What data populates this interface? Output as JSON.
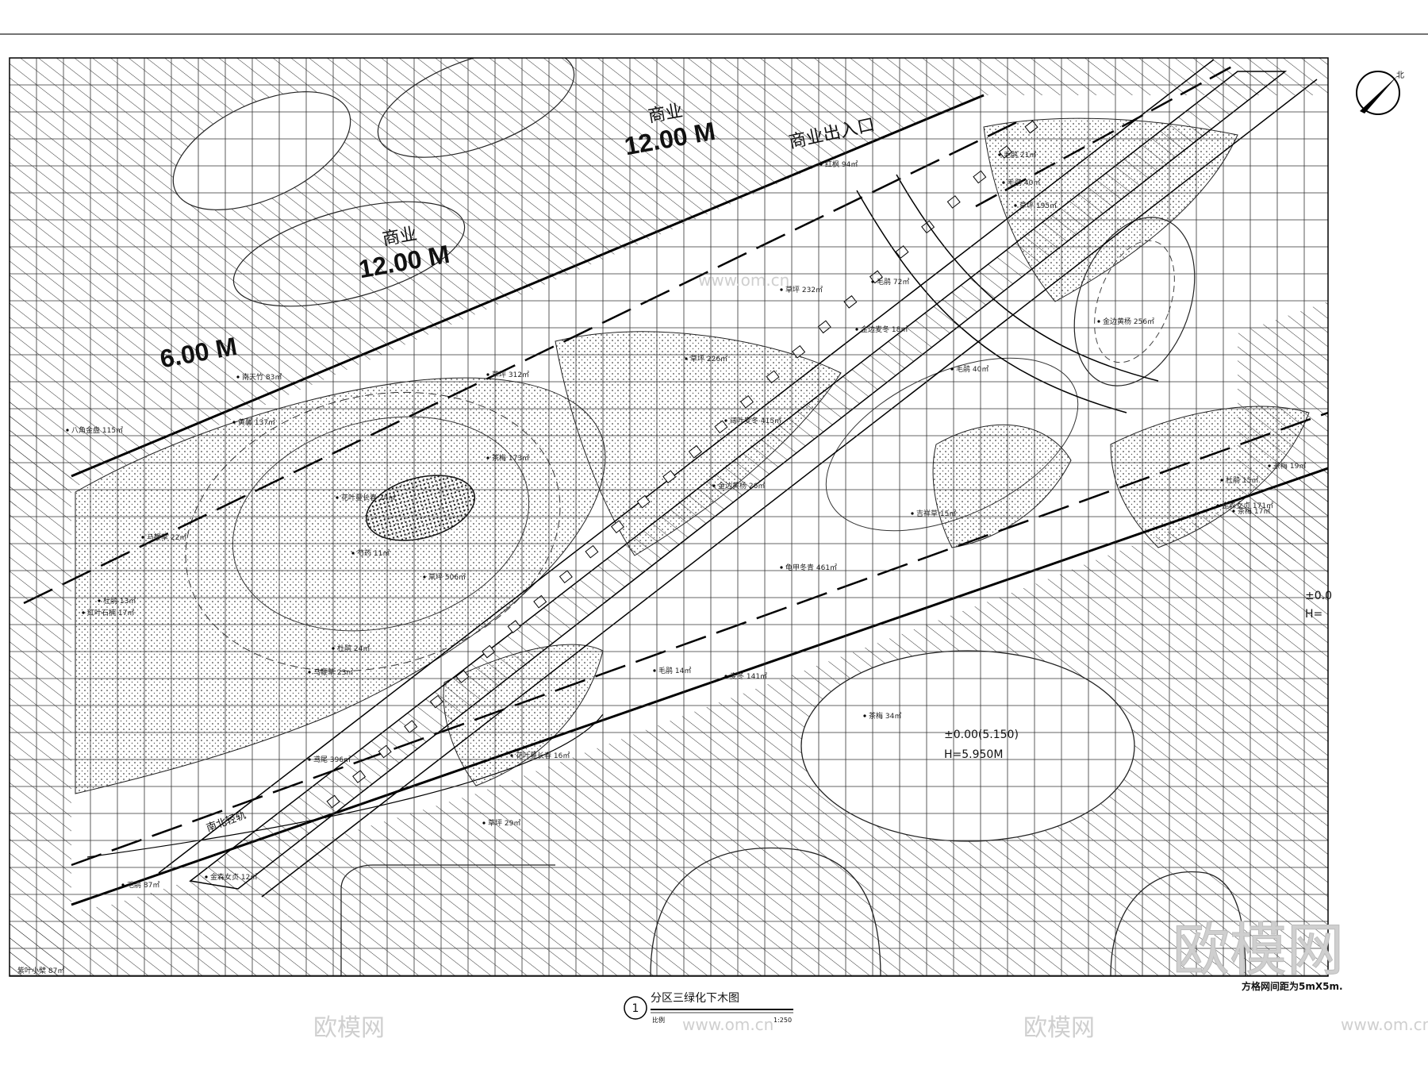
{
  "zones": [
    {
      "text": "商业",
      "sub": "12.00 M"
    },
    {
      "text": "商业",
      "sub": "12.00 M"
    },
    {
      "text": "6.00 M",
      "sub": ""
    }
  ],
  "entrance": "商业出入口",
  "north": "北",
  "datum": {
    "line1": "±0.00(5.150)",
    "line2": "H=5.950M"
  },
  "datum_partial": {
    "line1": "±0.0",
    "line2": "H="
  },
  "plants": [
    "红枫 94㎡",
    "毛鹃 21㎡",
    "毛鹃 40㎡",
    "草坪 195㎡",
    "草坪 232㎡",
    "毛鹃 72㎡",
    "金边麦冬 18㎡",
    "草坪 226㎡",
    "草坪 312㎡",
    "毛鹃 40㎡",
    "金边黄杨 256㎡",
    "八角金盘 115㎡",
    "黄馨 137㎡",
    "阔叶麦冬 415㎡",
    "茶梅 19㎡",
    "茶梅 173㎡",
    "杜鹃 15㎡",
    "花叶蔓长春 24㎡",
    "芍药 11㎡",
    "马鞭草 22㎡",
    "草坪 506㎡",
    "吉祥草 15㎡",
    "龟甲冬青 461㎡",
    "茶梅 17㎡",
    "金森女贞 171㎡",
    "麦冬 141㎡",
    "茶梅 34㎡",
    "花叶蔓长春 16㎡",
    "毛鹃 87㎡",
    "金森女贞 12㎡",
    "草坪 29㎡",
    "南天竹 83㎡",
    "杜鹃 13㎡",
    "毛鹃 14㎡",
    "金边黄杨 26㎡",
    "红叶石楠 17㎡",
    "鸢尾 396㎡",
    "马鞭草 23㎡",
    "杜鹃 24㎡"
  ],
  "rail_label": "南北轻轨",
  "bottom_left": "紫叶小檗 87㎡",
  "title": "分区三绿化下木图",
  "title_num": "1",
  "scale_label": "比例",
  "scale_value": "1:250",
  "grid_note": "方格网间距为5mX5m.",
  "watermark": {
    "brand": "欧模网",
    "site": "www.om.cn"
  }
}
